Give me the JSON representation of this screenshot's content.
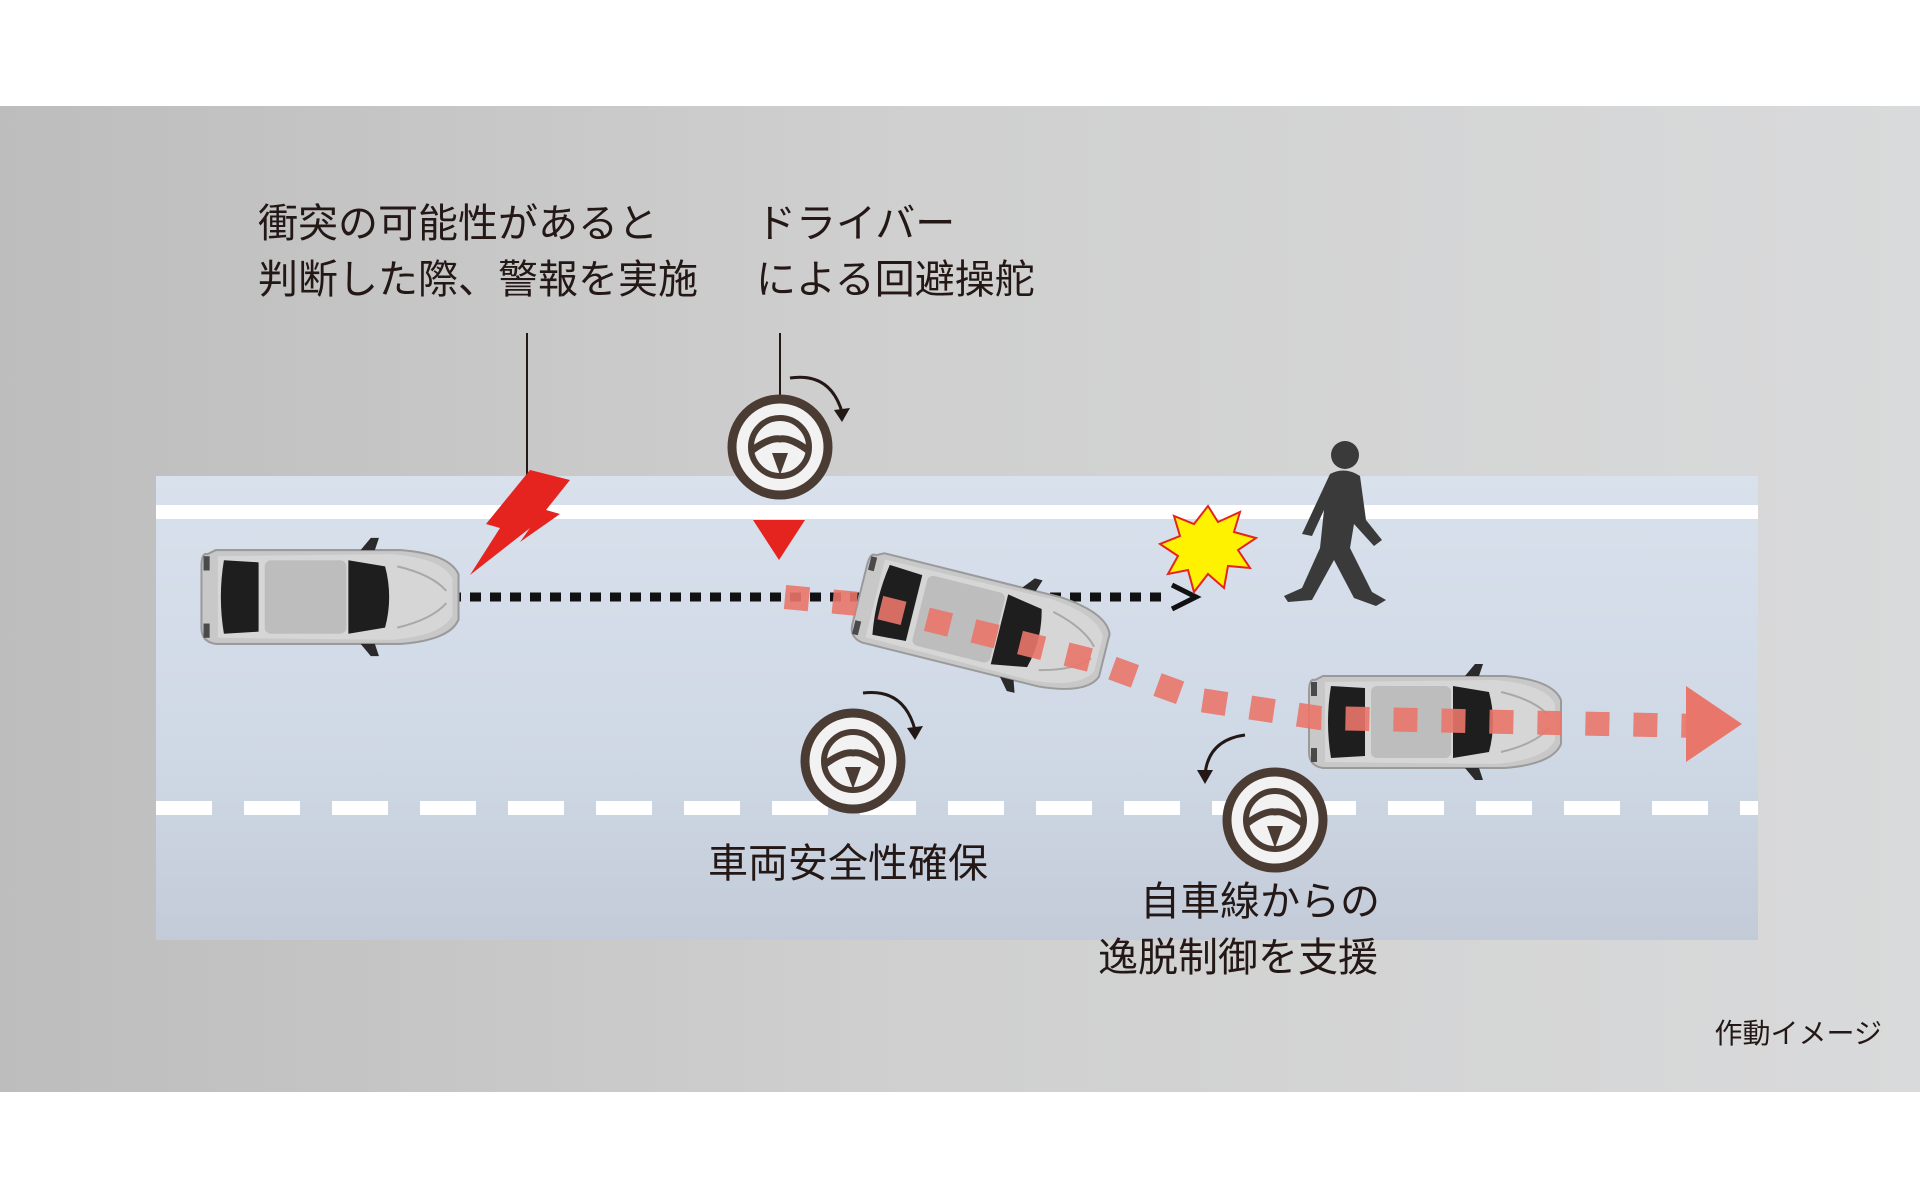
{
  "labels": {
    "warning_line1": "衝突の可能性があると",
    "warning_line2": "判断した際、警報を実施",
    "steer_line1": "ドライバー",
    "steer_line2": "による回避操舵",
    "stability": "車両安全性確保",
    "lane_line1": "自車線からの",
    "lane_line2": "逸脱制御を支援",
    "note": "作動イメージ"
  },
  "colors": {
    "background": "#c9c9c9",
    "road": "#d4dde8",
    "lane_line": "#ffffff",
    "warning_red": "#e5231f",
    "path_red": "#e9766a",
    "impact_yellow": "#fff200",
    "black_path": "#111111"
  },
  "icons": [
    "car-icon",
    "lightning-icon",
    "steering-wheel-icon",
    "rotate-arrow-icon",
    "pedestrian-icon",
    "impact-burst-icon",
    "marker-triangle-icon",
    "arrow-head-icon"
  ]
}
